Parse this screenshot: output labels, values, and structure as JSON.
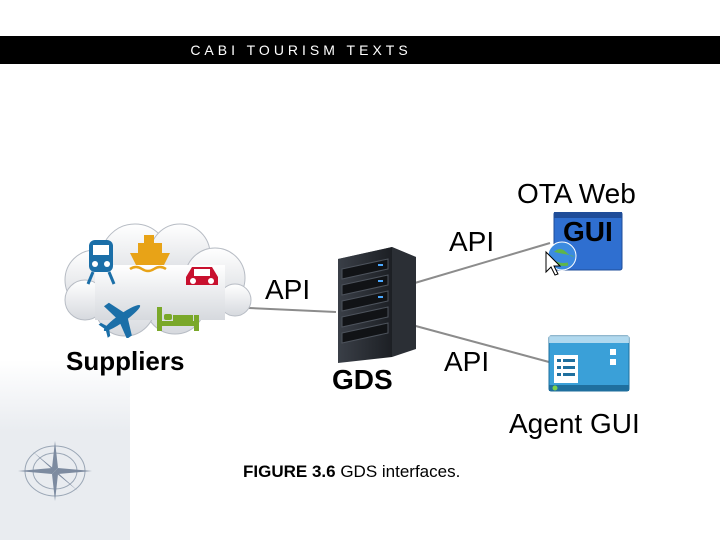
{
  "banner": {
    "title": "CABI TOURISM TEXTS"
  },
  "nodes": {
    "suppliers": "Suppliers",
    "gds": "GDS",
    "ota_line1": "OTA Web",
    "ota_line2": "GUI",
    "agent": "Agent GUI"
  },
  "edges": {
    "api_ota": "API",
    "api_suppliers": "API",
    "api_agent": "API"
  },
  "caption": {
    "figure": "FIGURE 3.6",
    "text": " GDS interfaces."
  },
  "icons": {
    "supplier_icons": [
      "train-icon",
      "ship-icon",
      "car-icon",
      "airplane-icon",
      "hotel-bed-icon"
    ],
    "colors": {
      "train": "#1b6fa8",
      "ship": "#e8a317",
      "car": "#c8102e",
      "airplane": "#1b6fa8",
      "bed": "#7aa82a",
      "ota_window": "#2f6fd0",
      "agent_window": "#3aa0d8"
    }
  }
}
